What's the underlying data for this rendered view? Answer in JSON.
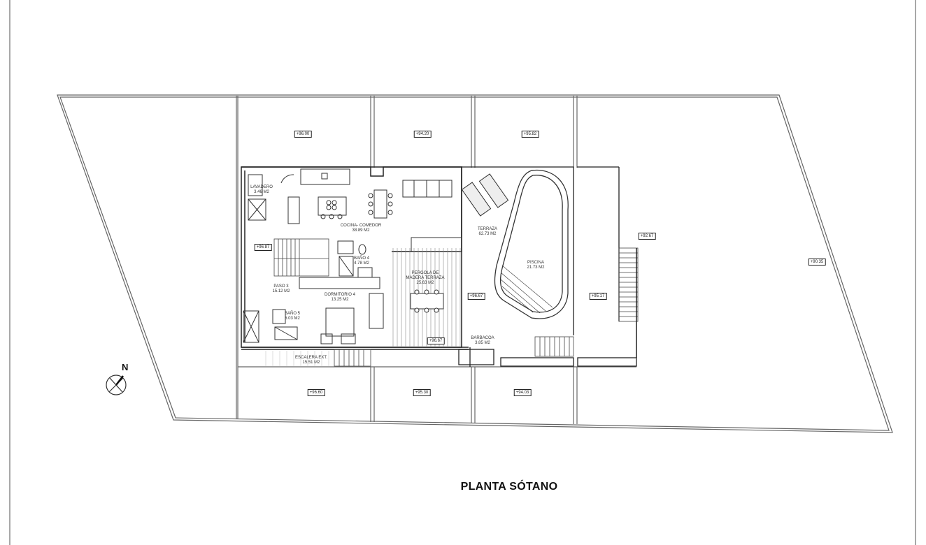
{
  "drawing": {
    "title": "PLANTA SÓTANO",
    "north_label": "N",
    "colors": {
      "line": "#333333",
      "frame": "#a8a8a8",
      "background": "#ffffff"
    }
  },
  "rooms": [
    {
      "name": "LAVADERO",
      "area": "3.46 M2"
    },
    {
      "name": "COCINA- COMEDOR",
      "area": "38.89 M2"
    },
    {
      "name": "BAÑO 4",
      "area": "4.78 M2"
    },
    {
      "name": "PASO 3",
      "area": "15.12 M2"
    },
    {
      "name": "DORMITORIO 4",
      "area": "13.25 M2"
    },
    {
      "name": "BAÑO 5",
      "area": "5.03 M2"
    },
    {
      "name": "ESCALERA EXT.",
      "area": "15.51 M2"
    },
    {
      "name": "PERGOLA DE MADERA TERRAZA",
      "name_line1": "PERGOLA DE",
      "name_line2": "MADERA TERRAZA",
      "area": "25.63 M2"
    },
    {
      "name": "TERRAZA",
      "area": "62.73 M2"
    },
    {
      "name": "PISCINA",
      "area": "21.73 M2"
    },
    {
      "name": "BARBACOA",
      "area": "3.85 M2"
    }
  ],
  "levels": {
    "top_1": "+96.00",
    "top_2": "+94.20",
    "top_3": "+95.82",
    "bottom_1": "+96.60",
    "bottom_2": "+95.30",
    "bottom_3": "+94.03",
    "paso": "+96.87",
    "pergola": "+96.67",
    "pergola_bottom": "+96.67",
    "terrace": "+96.67",
    "pool_side": "+95.17",
    "right_garden": "+92.67",
    "far_right": "+90.35"
  }
}
